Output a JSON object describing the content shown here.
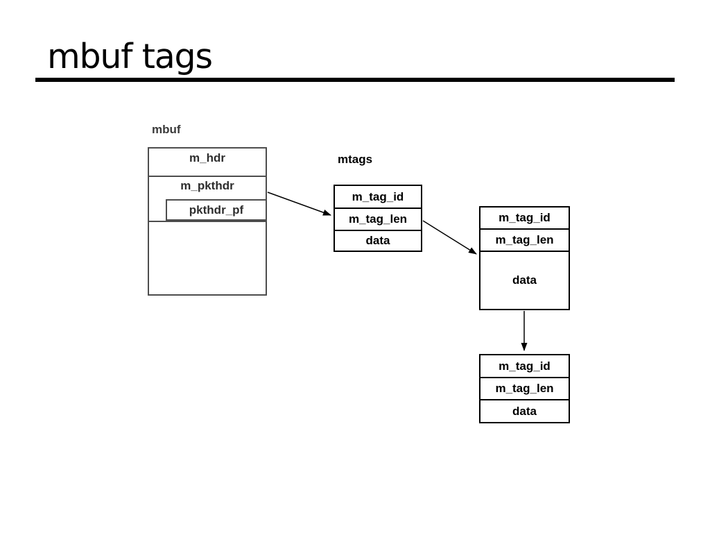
{
  "slide": {
    "title": "mbuf tags"
  },
  "colors": {
    "background": "#ffffff",
    "title_text": "#000000",
    "title_rule": "#000000",
    "mbuf_border": "#4d4d4d",
    "mbuf_text": "#2e2e2e",
    "tag_border": "#000000",
    "tag_text": "#000000",
    "arrow": "#000000"
  },
  "mbuf": {
    "label": "mbuf",
    "row_m_hdr": "m_hdr",
    "row_m_pkthdr": "m_pkthdr",
    "row_pkthdr_pf": "pkthdr_pf"
  },
  "mtags": {
    "label": "mtags",
    "nodes": [
      {
        "rows": [
          "m_tag_id",
          "m_tag_len",
          "data"
        ]
      },
      {
        "rows": [
          "m_tag_id",
          "m_tag_len",
          "data"
        ]
      },
      {
        "rows": [
          "m_tag_id",
          "m_tag_len",
          "data"
        ]
      }
    ]
  }
}
